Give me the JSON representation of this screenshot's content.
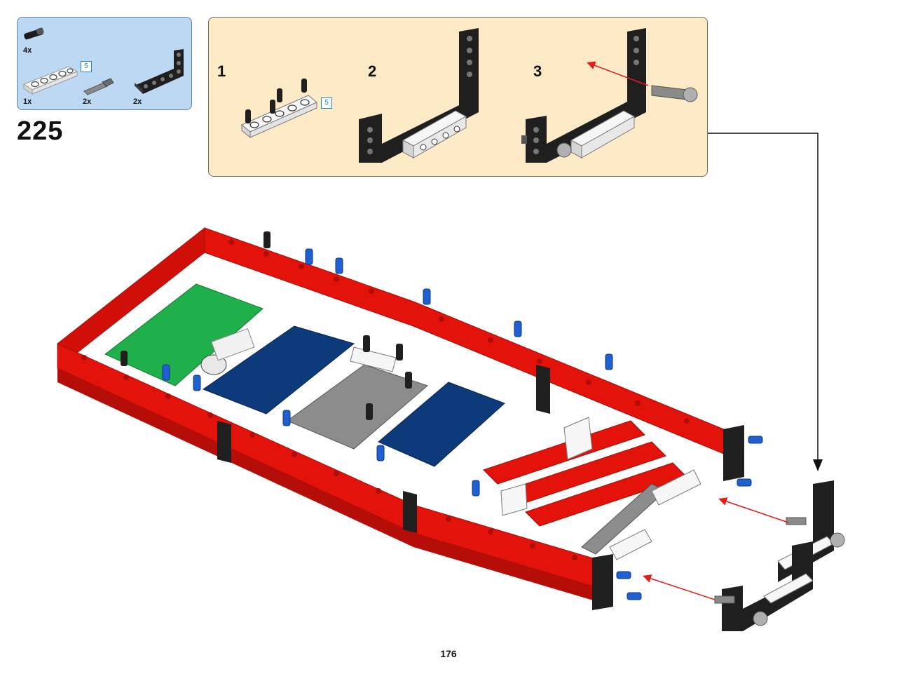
{
  "parts_list": {
    "items": [
      {
        "qty": "4x",
        "part": "black-friction-pin"
      },
      {
        "qty": "1x",
        "part": "white-beam-5",
        "tag": "5"
      },
      {
        "qty": "2x",
        "part": "gray-axle-pin"
      },
      {
        "qty": "2x",
        "part": "black-l-beam"
      }
    ]
  },
  "step_number": "225",
  "sub_assembly": {
    "steps": [
      {
        "number": "1",
        "tag": "5"
      },
      {
        "number": "2"
      },
      {
        "number": "3"
      }
    ]
  },
  "page_number": "176",
  "colors": {
    "parts_bg": "#bcd8f2",
    "sub_bg": "#fdebc8",
    "red": "#e3120b",
    "green": "#1fb04b",
    "blue": "#0d3a7a",
    "gray": "#8c8c8c",
    "black": "#222222",
    "white": "#f6f6f6",
    "pin_blue": "#1f5fd0",
    "arrow_red": "#e31c1c"
  }
}
